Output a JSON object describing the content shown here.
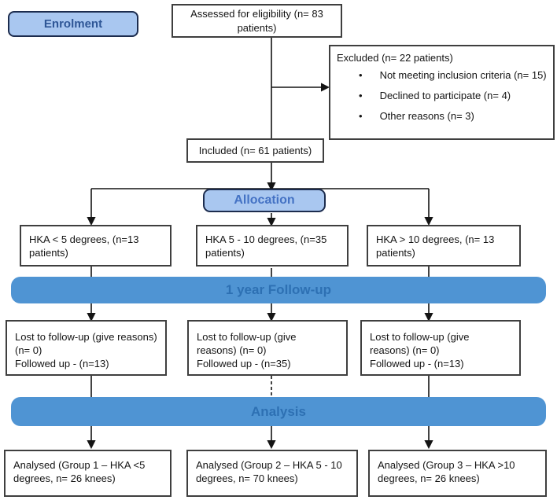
{
  "flowchart": {
    "stages": {
      "enrolment": "Enrolment",
      "allocation": "Allocation",
      "followup": "1 year Follow-up",
      "analysis": "Analysis"
    },
    "assessed": "Assessed for eligibility (n= 83 patients)",
    "excluded": {
      "title": "Excluded (n= 22 patients)",
      "reasons": [
        "Not meeting inclusion criteria (n= 15)",
        "Declined to participate (n= 4)",
        "Other reasons (n= 3)"
      ]
    },
    "included": "Included (n= 61 patients)",
    "groups": [
      "HKA < 5 degrees, (n=13 patients)",
      "HKA 5 - 10 degrees, (n=35 patients)",
      "HKA > 10 degrees, (n= 13 patients)"
    ],
    "followup_boxes": [
      {
        "line1": "Lost to follow-up (give reasons) (n= 0)",
        "line2": "Followed up - (n=13)"
      },
      {
        "line1": "Lost to follow-up (give reasons) (n= 0)",
        "line2": "Followed up - (n=35)"
      },
      {
        "line1": "Lost to follow-up (give reasons) (n= 0)",
        "line2": "Followed up - (n=13)"
      }
    ],
    "analysed_boxes": [
      "Analysed (Group 1 – HKA <5 degrees, n= 26 knees)",
      "Analysed (Group 2 – HKA 5 - 10 degrees, n= 70 knees)",
      "Analysed (Group 3 – HKA >10 degrees, n= 26 knees)"
    ],
    "colors": {
      "pill_fill": "#a9c7f0",
      "pill_border": "#1c2c4e",
      "enrolment_text": "#2e5696",
      "allocation_text": "#4472c4",
      "banner_fill": "#4f94d3",
      "banner_text": "#2d70b3",
      "box_border": "#3f3f3f",
      "connector": "#141414"
    }
  }
}
